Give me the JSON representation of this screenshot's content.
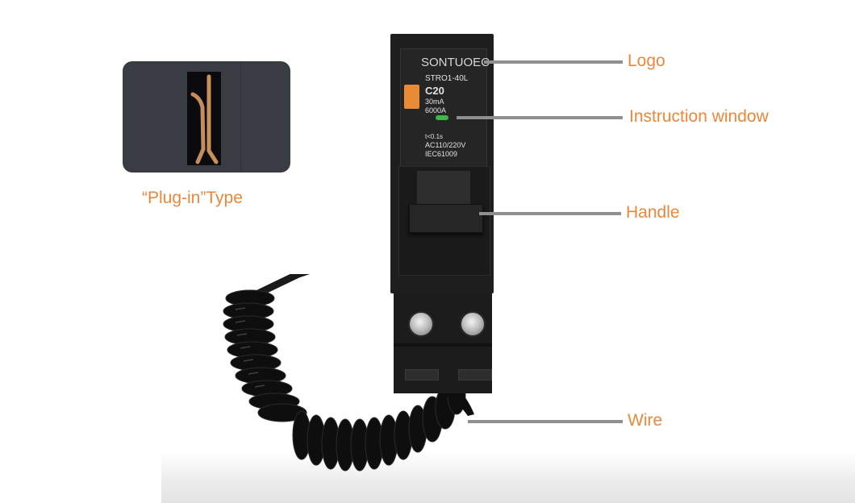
{
  "inset": {
    "caption": "“Plug-in”Type"
  },
  "breaker": {
    "brand": "SONTUOEC",
    "model": "STRO1-40L",
    "rating": "C20",
    "sensitivity": "30mA",
    "breaking_capacity": "6000A",
    "trip_time": "t<0.1s",
    "voltage": "AC110/220V",
    "standard": "IEC61009"
  },
  "callouts": [
    {
      "label": "Logo"
    },
    {
      "label": "Instruction window"
    },
    {
      "label": "Handle"
    },
    {
      "label": "Wire"
    }
  ],
  "colors": {
    "accent": "#e8883c",
    "leader": "#8f8f8f",
    "breaker_body": "#1d1e1d",
    "indicator": "#3fb54a",
    "test_button": "#e98a36"
  }
}
